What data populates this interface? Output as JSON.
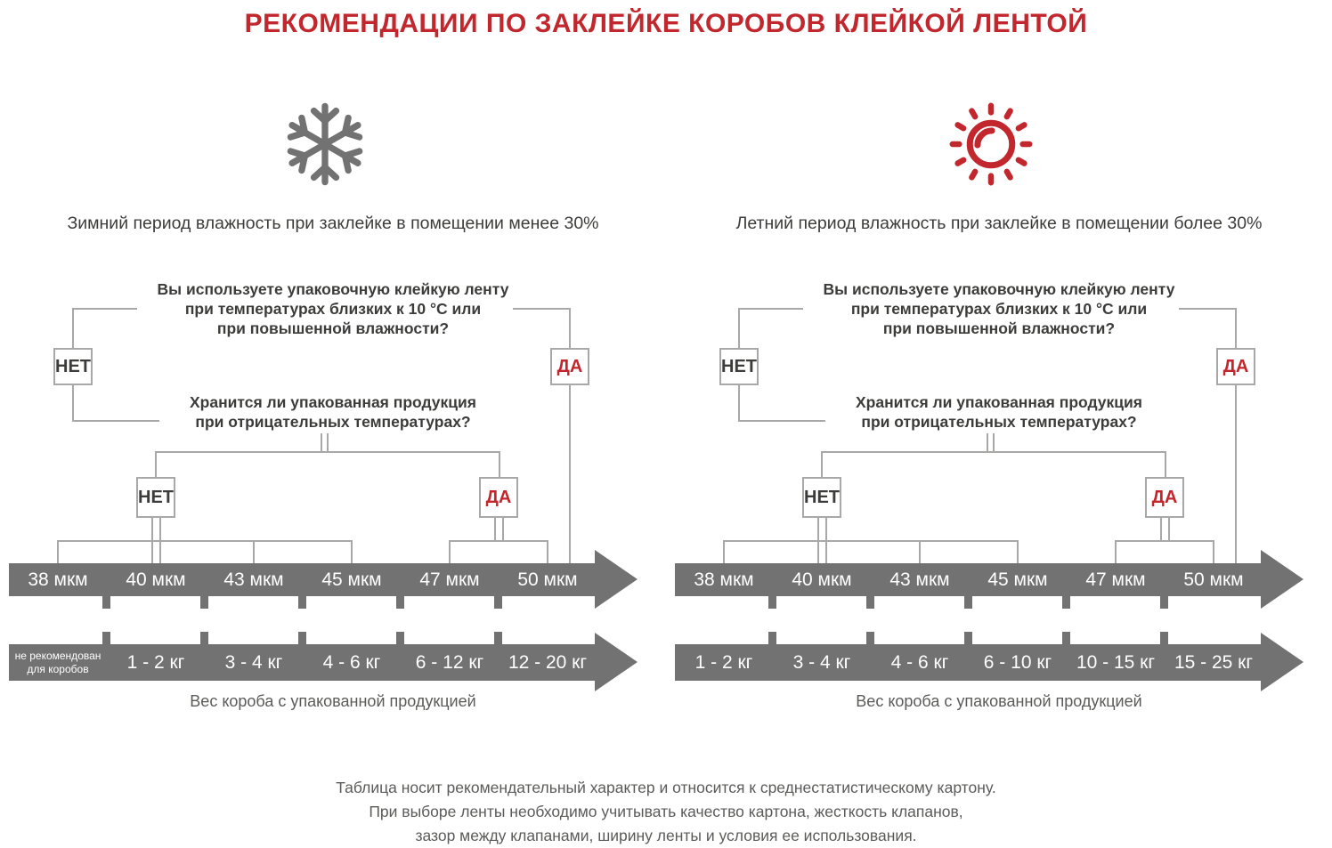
{
  "title": "РЕКОМЕНДАЦИИ ПО ЗАКЛЕЙКЕ КОРОБОВ КЛЕЙКОЙ ЛЕНТОЙ",
  "colors": {
    "red": "#c1272d",
    "bar": "#737272",
    "line": "#a8a8a7",
    "dark": "#3c3c3b",
    "muted": "#5b5b5a"
  },
  "shared": {
    "question1": "Вы используете упаковочную клейкую ленту\nпри температурах близких к 10 °С или\nпри повышенной влажности?",
    "question2": "Хранится ли упакованная продукция\nпри отрицательных температурах?",
    "answer_no": "НЕТ",
    "answer_yes": "ДА",
    "micron_labels": [
      "38 мкм",
      "40 мкм",
      "43 мкм",
      "45 мкм",
      "47 мкм",
      "50 мкм"
    ],
    "weight_caption": "Вес короба с упакованной продукцией"
  },
  "charts": {
    "winter": {
      "icon": "snowflake-icon",
      "subtitle": "Зимний период влажность при заклейке в помещении менее 30%",
      "weight_labels": [
        "не рекомендован\nдля коробов",
        "1 - 2 кг",
        "3 - 4 кг",
        "4 - 6 кг",
        "6 - 12 кг",
        "12 - 20 кг"
      ]
    },
    "summer": {
      "icon": "sun-icon",
      "subtitle": "Летний период влажность при заклейке в помещении более 30%",
      "weight_labels": [
        "1 - 2 кг",
        "3 - 4 кг",
        "4 - 6 кг",
        "6 - 10 кг",
        "10 - 15 кг",
        "15 - 25 кг"
      ]
    }
  },
  "footer": "Таблица носит рекомендательный характер и относится к среднестатистическому картону.\nПри выборе ленты необходимо учитывать качество картона, жесткость клапанов,\nзазор между клапанами, ширину ленты и условия ее использования."
}
